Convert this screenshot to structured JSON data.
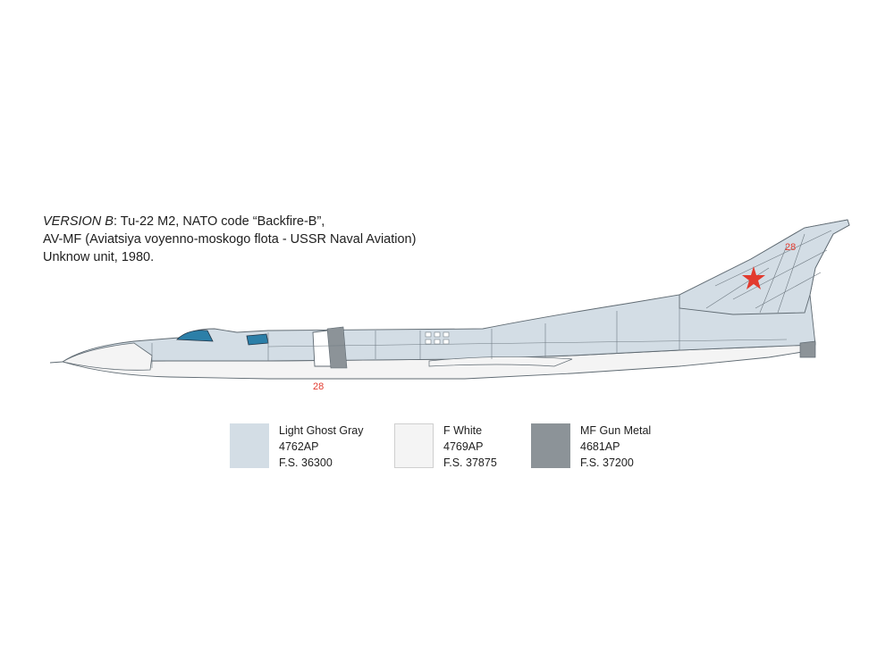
{
  "caption": {
    "version_label": "VERSION B",
    "line1_rest": ": Tu-22 M2, NATO code “Backfire-B”,",
    "line2": "AV-MF  (Aviatsiya voyenno-moskogo flota - USSR Naval Aviation)",
    "line3": "Unknow unit, 1980."
  },
  "aircraft": {
    "tail_number": "28",
    "intake_number": "28",
    "star_icon": "red-star-icon",
    "colors": {
      "light_ghost_gray": "#d3dde5",
      "white": "#f4f4f4",
      "gun_metal": "#8c9398",
      "red": "#e23a2e",
      "line": "#5f6a72"
    }
  },
  "colors": [
    {
      "name": "Light Ghost Gray",
      "code": "4762AP",
      "fs": "F.S. 36300",
      "hex": "#d3dde5"
    },
    {
      "name": "F White",
      "code": "4769AP",
      "fs": "F.S. 37875",
      "hex": "#f4f4f4"
    },
    {
      "name": "MF Gun Metal",
      "code": "4681AP",
      "fs": "F.S. 37200",
      "hex": "#8c9398"
    }
  ]
}
